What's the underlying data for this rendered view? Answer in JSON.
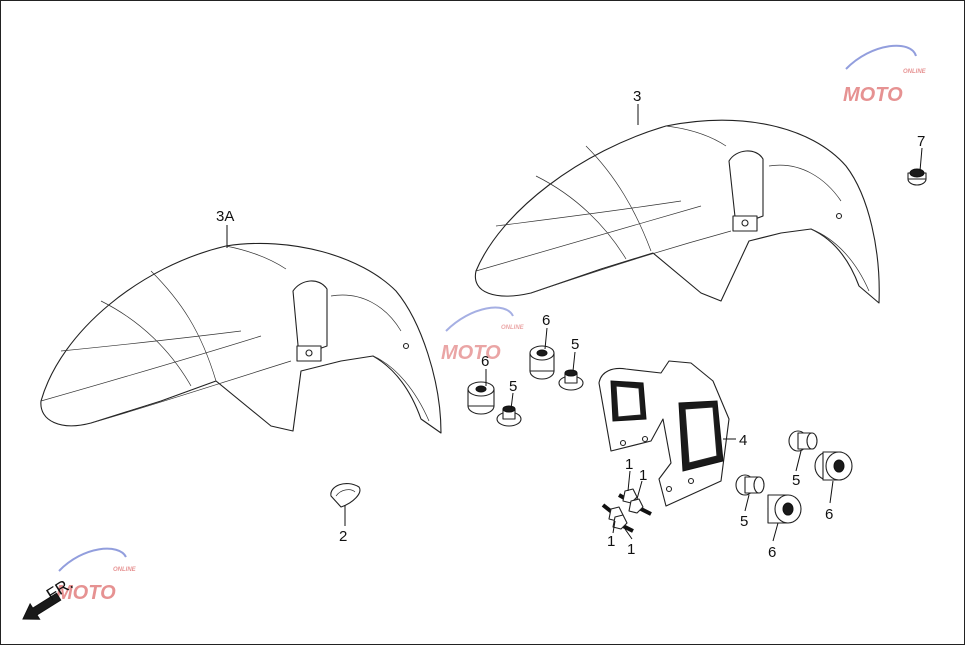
{
  "labels": {
    "fender_alt": "3A",
    "fender_main": "3",
    "bolt_a": "1",
    "bolt_b": "1",
    "bolt_c": "1",
    "bolt_d": "1",
    "clip": "2",
    "bracket": "4",
    "collar_left": "5",
    "collar_mid": "5",
    "collar_right_low": "5",
    "collar_right_high": "5",
    "grommet_left": "6",
    "grommet_mid": "6",
    "grommet_right_low": "6",
    "grommet_right_high": "6",
    "cap": "7"
  },
  "direction": {
    "text": "FR."
  },
  "watermark": {
    "text": "MOTO",
    "sub": "ONLINE"
  },
  "colors": {
    "line": "#222222",
    "watermark_red": "#d23a3a",
    "watermark_blue": "#3a4fc2",
    "background": "#ffffff"
  }
}
